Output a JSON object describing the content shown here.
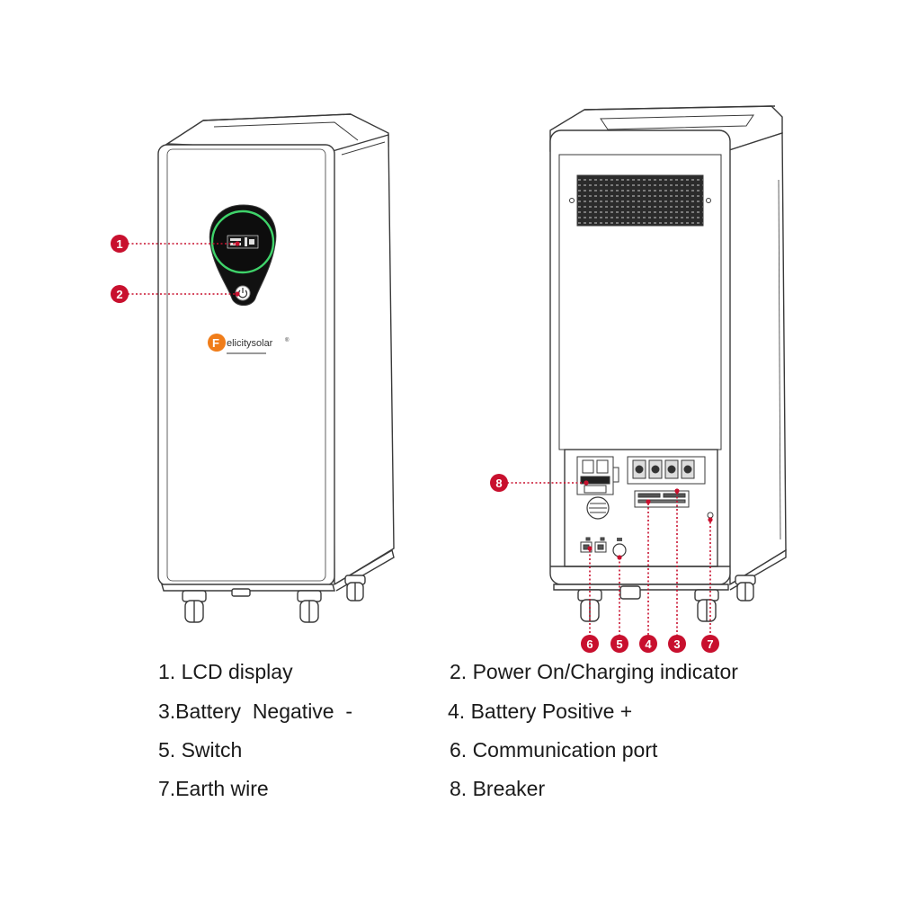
{
  "brand": {
    "initial": "F",
    "name": "elicitysolar",
    "mark": "®"
  },
  "callouts": {
    "c1": "1",
    "c2": "2",
    "c3": "3",
    "c4": "4",
    "c5": "5",
    "c6": "6",
    "c7": "7",
    "c8": "8"
  },
  "legend": {
    "item1": "1. LCD display",
    "item2": "2. Power On/Charging indicator",
    "item3": "3.Battery  Negative  -",
    "item4": "4. Battery Positive +",
    "item5": "5. Switch",
    "item6": "6. Communication port",
    "item7": "7.Earth wire",
    "item8": "8. Breaker"
  },
  "colors": {
    "callout": "#c8102e",
    "outline": "#3a3a3a",
    "indicator_ring": "#3fd36a",
    "brand_orange": "#f07d1a"
  }
}
